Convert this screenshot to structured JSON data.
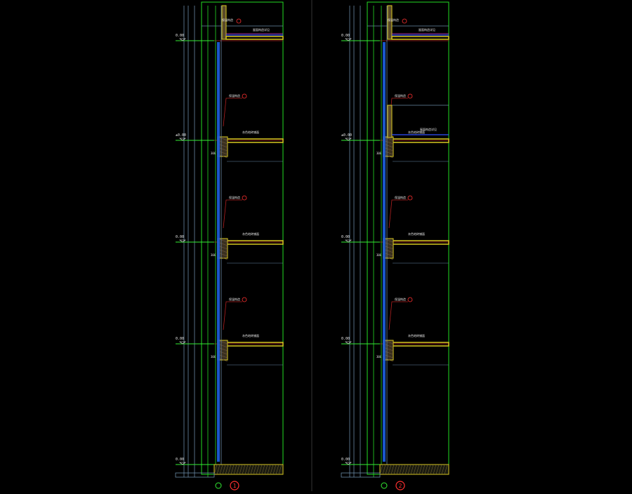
{
  "colors": {
    "background": "#000000",
    "frame": "#22dd22",
    "glass": "#1e5fe0",
    "level_line": "#b02020",
    "slab": "#d8c820",
    "grid": "#6a8aa6",
    "tag": "#ff3030",
    "text": "#e8e8e8",
    "tick_green": "#33ee33",
    "center_divider": "#444444"
  },
  "sheet": {
    "left_tag_number": "1",
    "right_tag_number": "2"
  },
  "annotations": {
    "level_marks": [
      "0.00",
      "±0.00",
      "0.00",
      "0.00",
      "0.00"
    ],
    "floor_note": "灰色地砖铺面",
    "roof_note": "屋面构造详见",
    "wall_note": "保温构造",
    "dim_small": "300"
  }
}
